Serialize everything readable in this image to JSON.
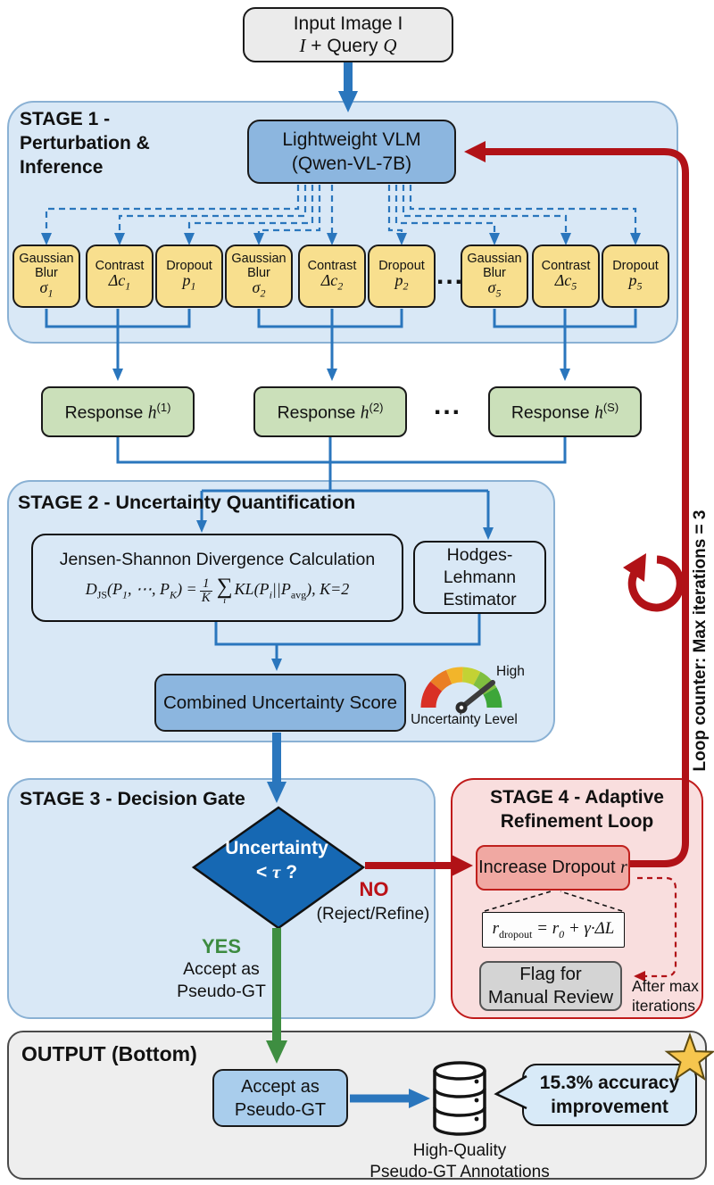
{
  "palette": {
    "panel_blue": "#d9e8f6",
    "panel_border": "#8ab1d4",
    "panel_red": "#f9dede",
    "arrow_blue": "#2a76bd",
    "arrow_green": "#3e8e41",
    "arrow_red": "#b11217",
    "vlm_blue": "#8cb6df",
    "diamond_blue": "#1668b3",
    "yellow_box": "#f8df8e",
    "green_box": "#cbe0ba",
    "increase_pink": "#f0a8a2",
    "gold_star": "#f6c64e"
  },
  "input_box": {
    "line1": "Input Image I",
    "l2_i": "I",
    "l2_mid": " + Query ",
    "l2_q": "Q"
  },
  "stage1": {
    "title": "STAGE 1 -\nPerturbation &\nInference",
    "vlm": "Lightweight VLM\n(Qwen-VL-7B)",
    "perturbations": [
      {
        "name": "Gaussian\nBlur",
        "sym": "σ",
        "idx": "1"
      },
      {
        "name": "Contrast",
        "sym": "Δc",
        "idx": "1"
      },
      {
        "name": "Dropout",
        "sym": "p",
        "idx": "1"
      },
      {
        "name": "Gaussian\nBlur",
        "sym": "σ",
        "idx": "2"
      },
      {
        "name": "Contrast",
        "sym": "Δc",
        "idx": "2"
      },
      {
        "name": "Dropout",
        "sym": "p",
        "idx": "2"
      },
      {
        "name": "Gaussian\nBlur",
        "sym": "σ",
        "idx": "5"
      },
      {
        "name": "Contrast",
        "sym": "Δc",
        "idx": "5"
      },
      {
        "name": "Dropout",
        "sym": "p",
        "idx": "5"
      }
    ],
    "ellipsis": "..."
  },
  "responses": {
    "items": [
      {
        "pre": "Response ",
        "h": "h",
        "sup": "(1)"
      },
      {
        "pre": "Response ",
        "h": "h",
        "sup": "(2)"
      },
      {
        "pre": "Response ",
        "h": "h",
        "sup": "(S)"
      }
    ],
    "ellipsis": "..."
  },
  "stage2": {
    "title": "STAGE 2 - Uncertainty Quantification",
    "js_box_title": "Jensen-Shannon Divergence Calculation",
    "js_formula": {
      "d": "D",
      "d_sub": "JS",
      "open": "(P",
      "p1_sub": "1",
      "mid": ", ⋯, P",
      "pk_sub": "K",
      "eq": ") =",
      "num": "1",
      "den": "K",
      "sum": "∑",
      "sum_sub": "i",
      "kl": "KL(P",
      "kl_sub": "i",
      "bars": "||",
      "pavg": "P",
      "pavg_sub": "avg",
      "tail": "), K=2"
    },
    "hl_box": "Hodges-Lehmann\nEstimator",
    "combined_box": "Combined Uncertainty Score",
    "gauge": {
      "high": "High",
      "label": "Uncertainty Level"
    }
  },
  "stage3": {
    "title": "STAGE 3 - Decision Gate",
    "diamond_line1": "Uncertainty",
    "diamond_lt": "< ",
    "diamond_tau": "τ",
    "diamond_q": " ?",
    "no": "NO",
    "no_sub": "(Reject/Refine)",
    "yes": "YES",
    "yes_sub": "Accept as\nPseudo-GT"
  },
  "stage4": {
    "title": "STAGE 4 - Adaptive\nRefinement Loop",
    "increase_pre": "Increase Dropout ",
    "increase_r": "r",
    "formula": {
      "r": "r",
      "r_sub": "dropout",
      "eq": " = ",
      "r0": "r",
      "r0_sub": "0",
      "rest": " + γ·ΔL"
    },
    "flag": "Flag for\nManual Review",
    "after_max": "After max\niterations"
  },
  "loop_label": "Loop counter: Max iterations = 3",
  "output": {
    "title": "OUTPUT (Bottom)",
    "accept_box": "Accept as\nPseudo-GT",
    "db_caption": "High-Quality\nPseudo-GT Annotations",
    "bubble": "15.3% accuracy\nimprovement"
  }
}
